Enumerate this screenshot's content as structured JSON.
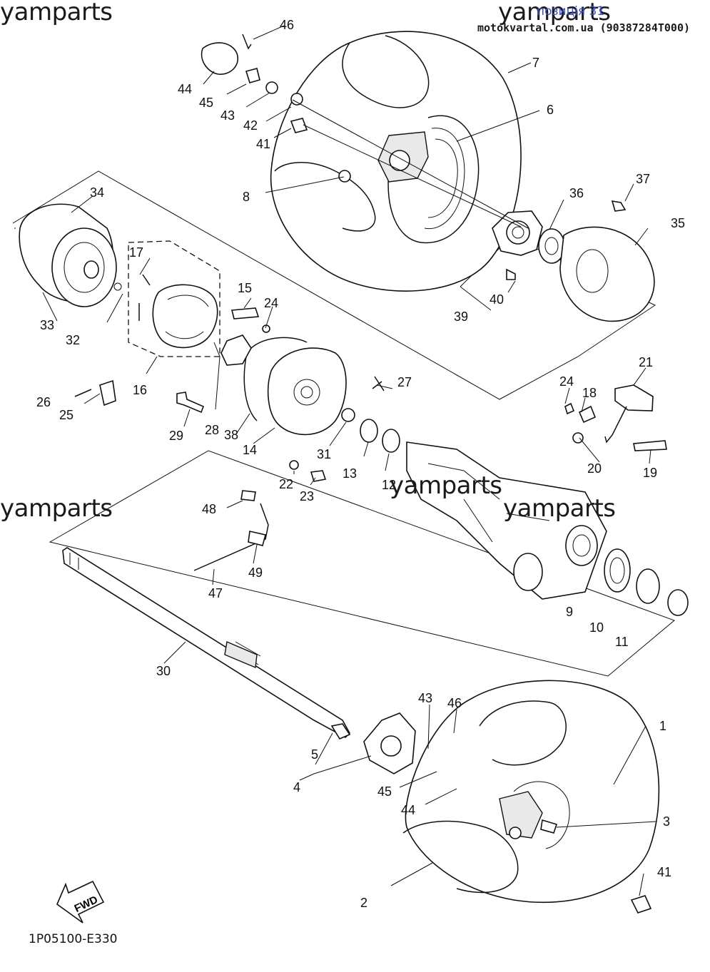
{
  "header": {
    "link_text": "позиція 31",
    "source": "motokvartal.com.ua (90387284T000)"
  },
  "watermark": "yamparts",
  "diagram_code": "1P05100-E330",
  "fwd_label": "FWD",
  "callouts": [
    "1",
    "2",
    "3",
    "4",
    "5",
    "6",
    "7",
    "8",
    "9",
    "10",
    "11",
    "12",
    "13",
    "14",
    "15",
    "16",
    "17",
    "18",
    "19",
    "20",
    "21",
    "22",
    "23",
    "24",
    "24",
    "25",
    "26",
    "27",
    "28",
    "29",
    "30",
    "31",
    "32",
    "33",
    "34",
    "35",
    "36",
    "37",
    "38",
    "39",
    "40",
    "41",
    "41",
    "42",
    "43",
    "43",
    "44",
    "44",
    "45",
    "45",
    "46",
    "46",
    "47",
    "48",
    "49"
  ]
}
